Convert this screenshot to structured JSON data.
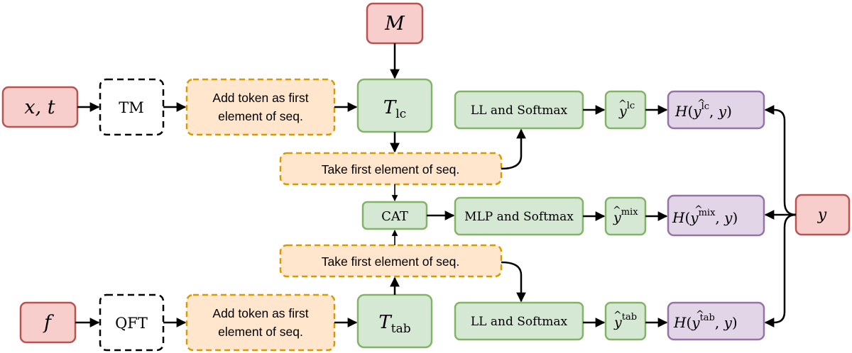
{
  "colors": {
    "red_fill": "#f8cecc",
    "red_stroke": "#b85450",
    "green_fill": "#d5e8d4",
    "green_stroke": "#82b366",
    "orange_fill": "#ffe6cc",
    "orange_stroke": "#d79b00",
    "purple_fill": "#e1d5e7",
    "purple_stroke": "#9673a6",
    "arrow": "#000000"
  },
  "inputs": {
    "m": "M",
    "xt": "x, t",
    "f": "f",
    "y": "y"
  },
  "encoders": {
    "tm": "TM",
    "qft": "QFT"
  },
  "token_steps": {
    "top_line1": "Add token as first",
    "top_line2": "element of seq.",
    "bottom_line1": "Add token as first",
    "bottom_line2": "element of seq."
  },
  "transformers": {
    "lc_base": "T",
    "lc_sub": "lc",
    "tab_base": "T",
    "tab_sub": "tab"
  },
  "take_first": {
    "top": "Take first element of seq.",
    "bottom": "Take first element of seq."
  },
  "cat": "CAT",
  "heads": {
    "lc": "LL and Softmax",
    "mix": "MLP and Softmax",
    "tab": "LL and Softmax"
  },
  "predictions": {
    "base": "y",
    "hat": "^",
    "lc_sup": "lc",
    "mix_sup": "mix",
    "tab_sup": "tab"
  },
  "losses": {
    "symbol": "H",
    "y": "y",
    "hat": "^",
    "lc_sup": "lc",
    "mix_sup": "mix",
    "tab_sup": "tab"
  }
}
